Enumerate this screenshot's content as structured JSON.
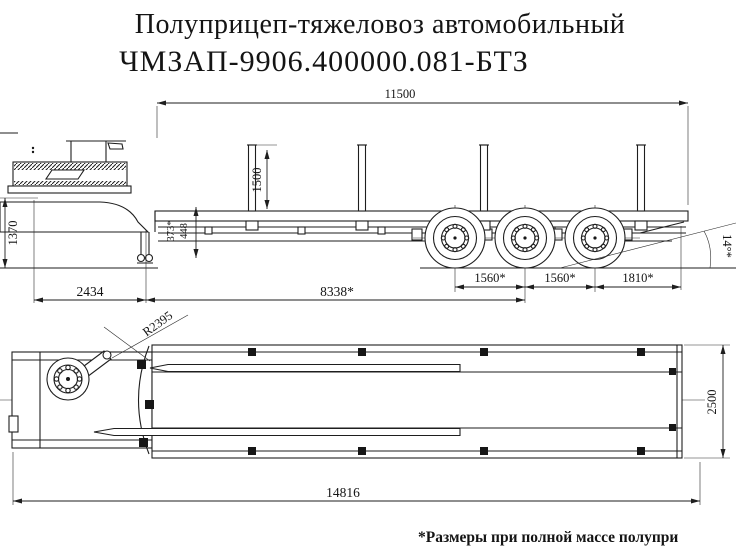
{
  "title": {
    "line1": "Полуприцеп-тяжеловоз автомобильный",
    "line2": "ЧМЗАП-9906.400000.081-БТЗ"
  },
  "footnote": "*Размеры при полной массе полупри",
  "dimensions": {
    "upper_length": "11500",
    "stake_height": "1500",
    "front_height": "1370",
    "step_a": "373*",
    "step_b": "448",
    "front_length": "2434",
    "base_length": "8338*",
    "bogie_spacing_1": "1560*",
    "bogie_spacing_2": "1560*",
    "rear_section": "1810*",
    "departure_angle": "14°*",
    "swing_radius": "R2395",
    "overall_length": "14816",
    "overall_width": "2500"
  }
}
